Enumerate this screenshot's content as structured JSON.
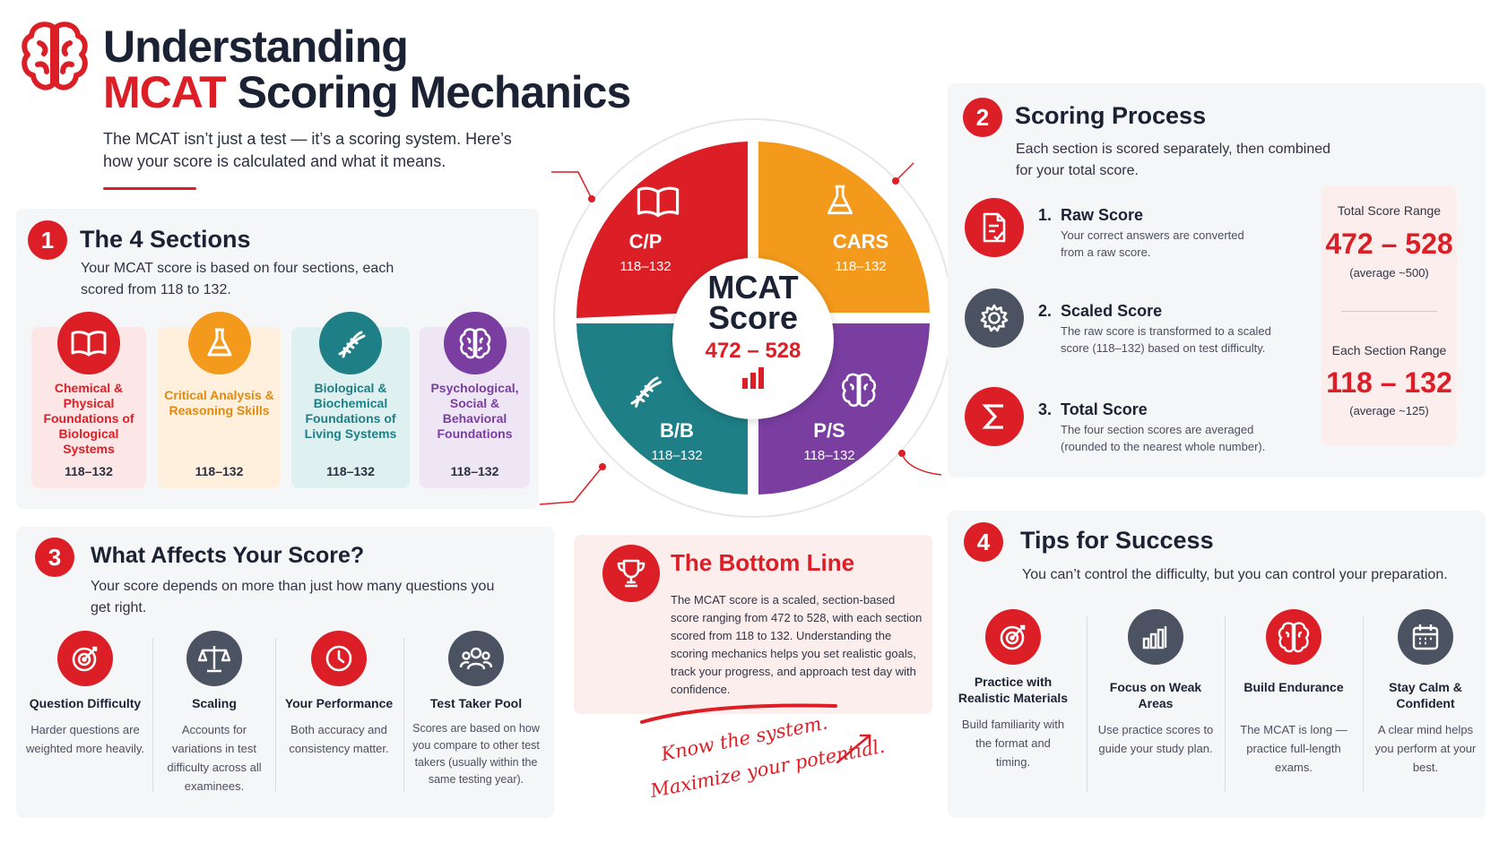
{
  "header": {
    "title_line1": "Understanding",
    "title_line2_accent": "MCAT",
    "title_line2_rest": " Scoring Mechanics",
    "subtitle": "The MCAT isn’t just a test — it’s a scoring system. Here’s how your score is calculated and what it means."
  },
  "sections": {
    "number": "1",
    "title": "The 4 Sections",
    "desc": "Your MCAT score is based on four sections, each scored from 118 to 132.",
    "items": [
      {
        "name": "Chemical & Physical Foundations of Biological Systems",
        "range": "118–132",
        "icon": "book-icon",
        "color": "#dc1f26"
      },
      {
        "name": "Critical Analysis & Reasoning Skills",
        "range": "118–132",
        "icon": "flask-icon",
        "color": "#f39a1c"
      },
      {
        "name": "Biological & Biochemical Foundations of Living Systems",
        "range": "118–132",
        "icon": "dna-icon",
        "color": "#1e7f86"
      },
      {
        "name": "Psychological, Social & Behavioral Foundations",
        "range": "118–132",
        "icon": "brain-icon",
        "color": "#7a3ea1"
      }
    ]
  },
  "donut": {
    "segments": [
      {
        "abbr": "C/P",
        "range": "118–132",
        "color": "#dc1f26"
      },
      {
        "abbr": "CARS",
        "range": "118–132",
        "color": "#f39a1c"
      },
      {
        "abbr": "B/B",
        "range": "118–132",
        "color": "#1e7f86"
      },
      {
        "abbr": "P/S",
        "range": "118–132",
        "color": "#7a3ea1"
      }
    ],
    "center_line1": "MCAT",
    "center_line2": "Score",
    "center_range": "472 – 528"
  },
  "process": {
    "number": "2",
    "title": "Scoring Process",
    "desc": "Each section is scored separately, then combined for your total score.",
    "steps": [
      {
        "num": "1.",
        "title": "Raw Score",
        "desc": "Your correct answers are converted from a raw score.",
        "icon": "document-icon"
      },
      {
        "num": "2.",
        "title": "Scaled Score",
        "desc": "The raw score is transformed to a scaled score (118–132) based on test difficulty.",
        "icon": "gear-icon"
      },
      {
        "num": "3.",
        "title": "Total Score",
        "desc": "The four section scores are averaged (rounded to the nearest whole number).",
        "icon": "sigma-icon"
      }
    ],
    "total_label": "Total Score Range",
    "total_value": "472 – 528",
    "total_avg": "(average ~500)",
    "section_label": "Each Section Range",
    "section_value": "118 – 132",
    "section_avg": "(average ~125)"
  },
  "factors": {
    "number": "3",
    "title": "What Affects Your Score?",
    "desc": "Your score depends on more than just how many questions you get right.",
    "items": [
      {
        "title": "Question Difficulty",
        "desc": "Harder questions are weighted more heavily.",
        "icon": "target-icon"
      },
      {
        "title": "Scaling",
        "desc": "Accounts for variations in test difficulty across all examinees.",
        "icon": "scale-icon"
      },
      {
        "title": "Your Performance",
        "desc": "Both accuracy and consistency matter.",
        "icon": "clock-icon"
      },
      {
        "title": "Test Taker Pool",
        "desc": "Scores are based on how you compare to other test takers (usually within the same testing year).",
        "icon": "people-icon"
      }
    ]
  },
  "bottom_line": {
    "title": "The Bottom Line",
    "text": "The MCAT score is a scaled, section-based score ranging from 472 to 528, with each section scored from 118 to 132. Understanding the scoring mechanics helps you set realistic goals, track your progress, and approach test day with confidence.",
    "script1": "Know the system.",
    "script2": "Maximize your potential."
  },
  "tips": {
    "number": "4",
    "title": "Tips for Success",
    "desc": "You can’t control the difficulty, but you can control your preparation.",
    "items": [
      {
        "title": "Practice with Realistic Materials",
        "desc": "Build familiarity with the format and timing.",
        "icon": "target-icon"
      },
      {
        "title": "Focus on Weak Areas",
        "desc": "Use practice scores to guide your study plan.",
        "icon": "bar-chart-icon"
      },
      {
        "title": "Build Endurance",
        "desc": "The MCAT is long — practice full-length exams.",
        "icon": "brain-icon"
      },
      {
        "title": "Stay Calm & Confident",
        "desc": "A clear mind helps you perform at your best.",
        "icon": "calendar-icon"
      }
    ]
  },
  "colors": {
    "accent": "#dc1f26",
    "orange": "#f39a1c",
    "teal": "#1e7f86",
    "purple": "#7a3ea1",
    "slate": "#4b5363"
  }
}
